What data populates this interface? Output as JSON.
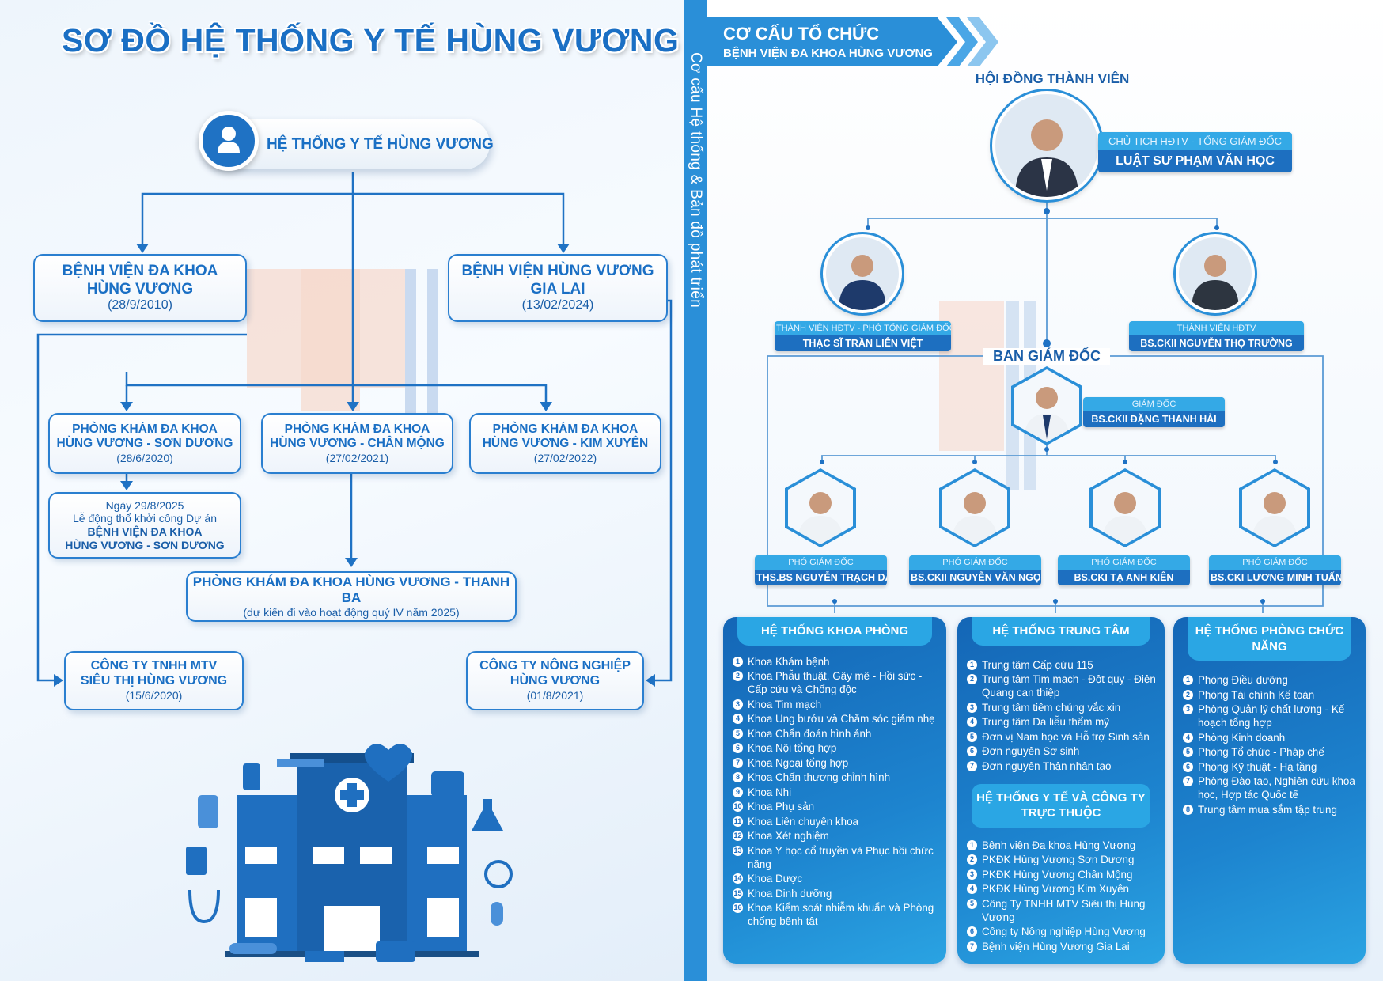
{
  "left": {
    "title": "SƠ ĐỒ HỆ THỐNG Y TẾ HÙNG VƯƠNG",
    "root": "HỆ THỐNG Y TẾ HÙNG VƯƠNG",
    "hospital1": {
      "name1": "BỆNH VIỆN ĐA KHOA",
      "name2": "HÙNG VƯƠNG",
      "date": "(28/9/2010)"
    },
    "hospital2": {
      "name1": "BỆNH VIỆN HÙNG VƯƠNG",
      "name2": "GIA LAI",
      "date": "(13/02/2024)"
    },
    "clinics": [
      {
        "name1": "PHÒNG KHÁM ĐA KHOA",
        "name2": "HÙNG VƯƠNG - SƠN DƯƠNG",
        "date": "(28/6/2020)"
      },
      {
        "name1": "PHÒNG KHÁM ĐA KHOA",
        "name2": "HÙNG VƯƠNG - CHÂN MỘNG",
        "date": "(27/02/2021)"
      },
      {
        "name1": "PHÒNG KHÁM ĐA KHOA",
        "name2": "HÙNG VƯƠNG - KIM XUYÊN",
        "date": "(27/02/2022)"
      }
    ],
    "note": {
      "line1": "Ngày 29/8/2025",
      "line2": "Lễ động thổ khởi công Dự án",
      "line3": "BỆNH VIỆN ĐA KHOA",
      "line4": "HÙNG VƯƠNG - SƠN DƯƠNG"
    },
    "thanhba": {
      "name": "PHÒNG KHÁM ĐA KHOA HÙNG VƯƠNG - THANH BA",
      "note": "(dự kiến đi vào hoạt động quý IV năm 2025)"
    },
    "company1": {
      "name1": "CÔNG TY TNHH MTV",
      "name2": "SIÊU THỊ HÙNG VƯƠNG",
      "date": "(15/6/2020)"
    },
    "company2": {
      "name1": "CÔNG TY NÔNG NGHIỆP",
      "name2": "HÙNG VƯƠNG",
      "date": "(01/8/2021)"
    }
  },
  "vertical_text": "Cơ cấu Hệ thống & Bản đồ phát triển",
  "right": {
    "banner": {
      "line1": "CƠ CẤU TỔ CHỨC",
      "line2": "BỆNH VIỆN ĐA KHOA HÙNG VƯƠNG"
    },
    "hdtv_title": "HỘI ĐỒNG THÀNH VIÊN",
    "chair": {
      "role": "CHỦ TỊCH HĐTV - TỔNG GIÁM ĐỐC",
      "name": "LUẬT SƯ PHẠM VĂN HỌC"
    },
    "member1": {
      "role": "THÀNH VIÊN HĐTV - PHÓ TỔNG GIÁM ĐỐC",
      "name": "THẠC SĨ TRẦN LIÊN VIỆT"
    },
    "member2": {
      "role": "THÀNH VIÊN HĐTV",
      "name": "BS.CKII NGUYỄN THỌ TRƯỜNG"
    },
    "bgd_title": "BAN GIÁM ĐỐC",
    "director": {
      "role": "GIÁM ĐỐC",
      "name": "BS.CKII ĐẶNG THANH HẢI"
    },
    "deputies": [
      {
        "role": "PHÓ GIÁM ĐỐC",
        "name": "THS.BS NGUYỄN TRẠCH DÂN"
      },
      {
        "role": "PHÓ GIÁM ĐỐC",
        "name": "BS.CKII NGUYỄN VĂN NGỌC"
      },
      {
        "role": "PHÓ GIÁM ĐỐC",
        "name": "BS.CKI TẠ ANH KIÊN"
      },
      {
        "role": "PHÓ GIÁM ĐỐC",
        "name": "BS.CKI LƯƠNG MINH TUẤN"
      }
    ],
    "khoa_phong": {
      "title": "HỆ THỐNG KHOA PHÒNG",
      "items": [
        "Khoa Khám bệnh",
        "Khoa Phẫu thuật, Gây mê - Hồi sức - Cấp cứu và Chống độc",
        "Khoa Tim mạch",
        "Khoa Ung bướu và Chăm sóc giảm nhẹ",
        "Khoa Chẩn đoán hình ảnh",
        "Khoa Nội tổng hợp",
        "Khoa Ngoại tổng hợp",
        "Khoa Chấn thương chỉnh hình",
        "Khoa Nhi",
        "Khoa Phụ sản",
        "Khoa Liên chuyên khoa",
        "Khoa Xét nghiệm",
        "Khoa Y học cổ truyền và Phục hồi chức năng",
        "Khoa Dược",
        "Khoa Dinh dưỡng",
        "Khoa Kiểm soát nhiễm khuẩn và Phòng chống bệnh tật"
      ]
    },
    "trung_tam": {
      "title": "HỆ THỐNG TRUNG TÂM",
      "items": [
        "Trung tâm Cấp cứu 115",
        "Trung tâm Tim mạch - Đột quỵ - Điện Quang can thiệp",
        "Trung tâm tiêm chủng vắc xin",
        "Trung tâm Da liễu thẩm mỹ",
        "Đơn vị Nam học và Hỗ trợ Sinh sản",
        "Đơn nguyên Sơ sinh",
        "Đơn nguyên Thận nhân tạo"
      ]
    },
    "truc_thuoc": {
      "title": "HỆ THỐNG Y TẾ VÀ CÔNG TY TRỰC THUỘC",
      "items": [
        "Bệnh viện Đa khoa Hùng Vương",
        "PKĐK Hùng Vương Sơn Dương",
        "PKĐK Hùng Vương Chân Mộng",
        "PKĐK Hùng Vương Kim Xuyên",
        "Công Ty TNHH MTV Siêu thị Hùng Vương",
        "Công ty Nông nghiệp Hùng Vương",
        "Bệnh viện Hùng Vương Gia Lai"
      ]
    },
    "chuc_nang": {
      "title": "HỆ THỐNG PHÒNG CHỨC NĂNG",
      "items": [
        "Phòng Điều dưỡng",
        "Phòng Tài chính Kế toán",
        "Phòng Quản lý chất lượng - Kế hoạch tổng hợp",
        "Phòng Kinh doanh",
        "Phòng Tổ chức - Pháp chế",
        "Phòng Kỹ thuật - Hạ tầng",
        "Phòng Đào tạo, Nghiên cứu khoa học, Hợp tác Quốc tế",
        "Trung tâm mua sắm tập trung"
      ]
    }
  },
  "colors": {
    "primary": "#1a6fc4",
    "accent": "#2a8fd8",
    "light": "#34a9e6"
  }
}
